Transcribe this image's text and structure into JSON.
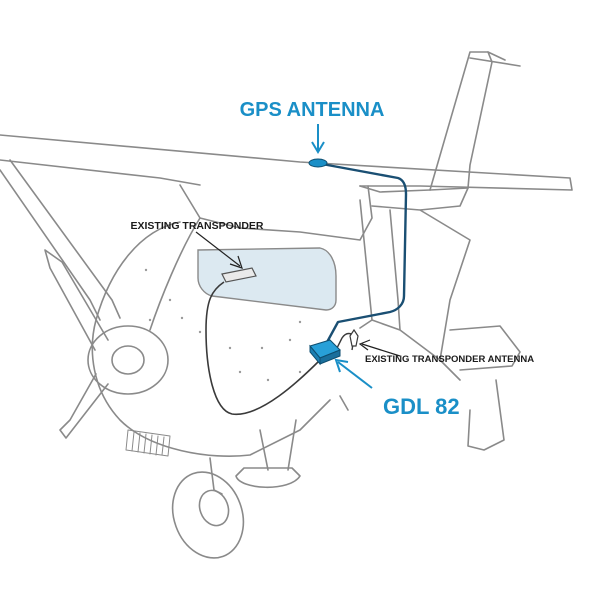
{
  "labels": {
    "gps_antenna": "GPS ANTENNA",
    "existing_transponder": "EXISTING TRANSPONDER",
    "existing_transponder_antenna": "EXISTING TRANSPONDER ANTENNA",
    "gdl82": "GDL 82"
  },
  "colors": {
    "accent": "#1a8fc7",
    "window_fill": "#dce9f1",
    "outline": "#8a8a8a",
    "cable": "#3a3a3a",
    "label_dark": "#1b1b1b"
  },
  "icons": {
    "gps_antenna": "gps-antenna-icon",
    "gdl82_unit": "gdl82-unit-icon",
    "transponder": "transponder-box-icon",
    "transponder_antenna": "transponder-antenna-icon"
  }
}
